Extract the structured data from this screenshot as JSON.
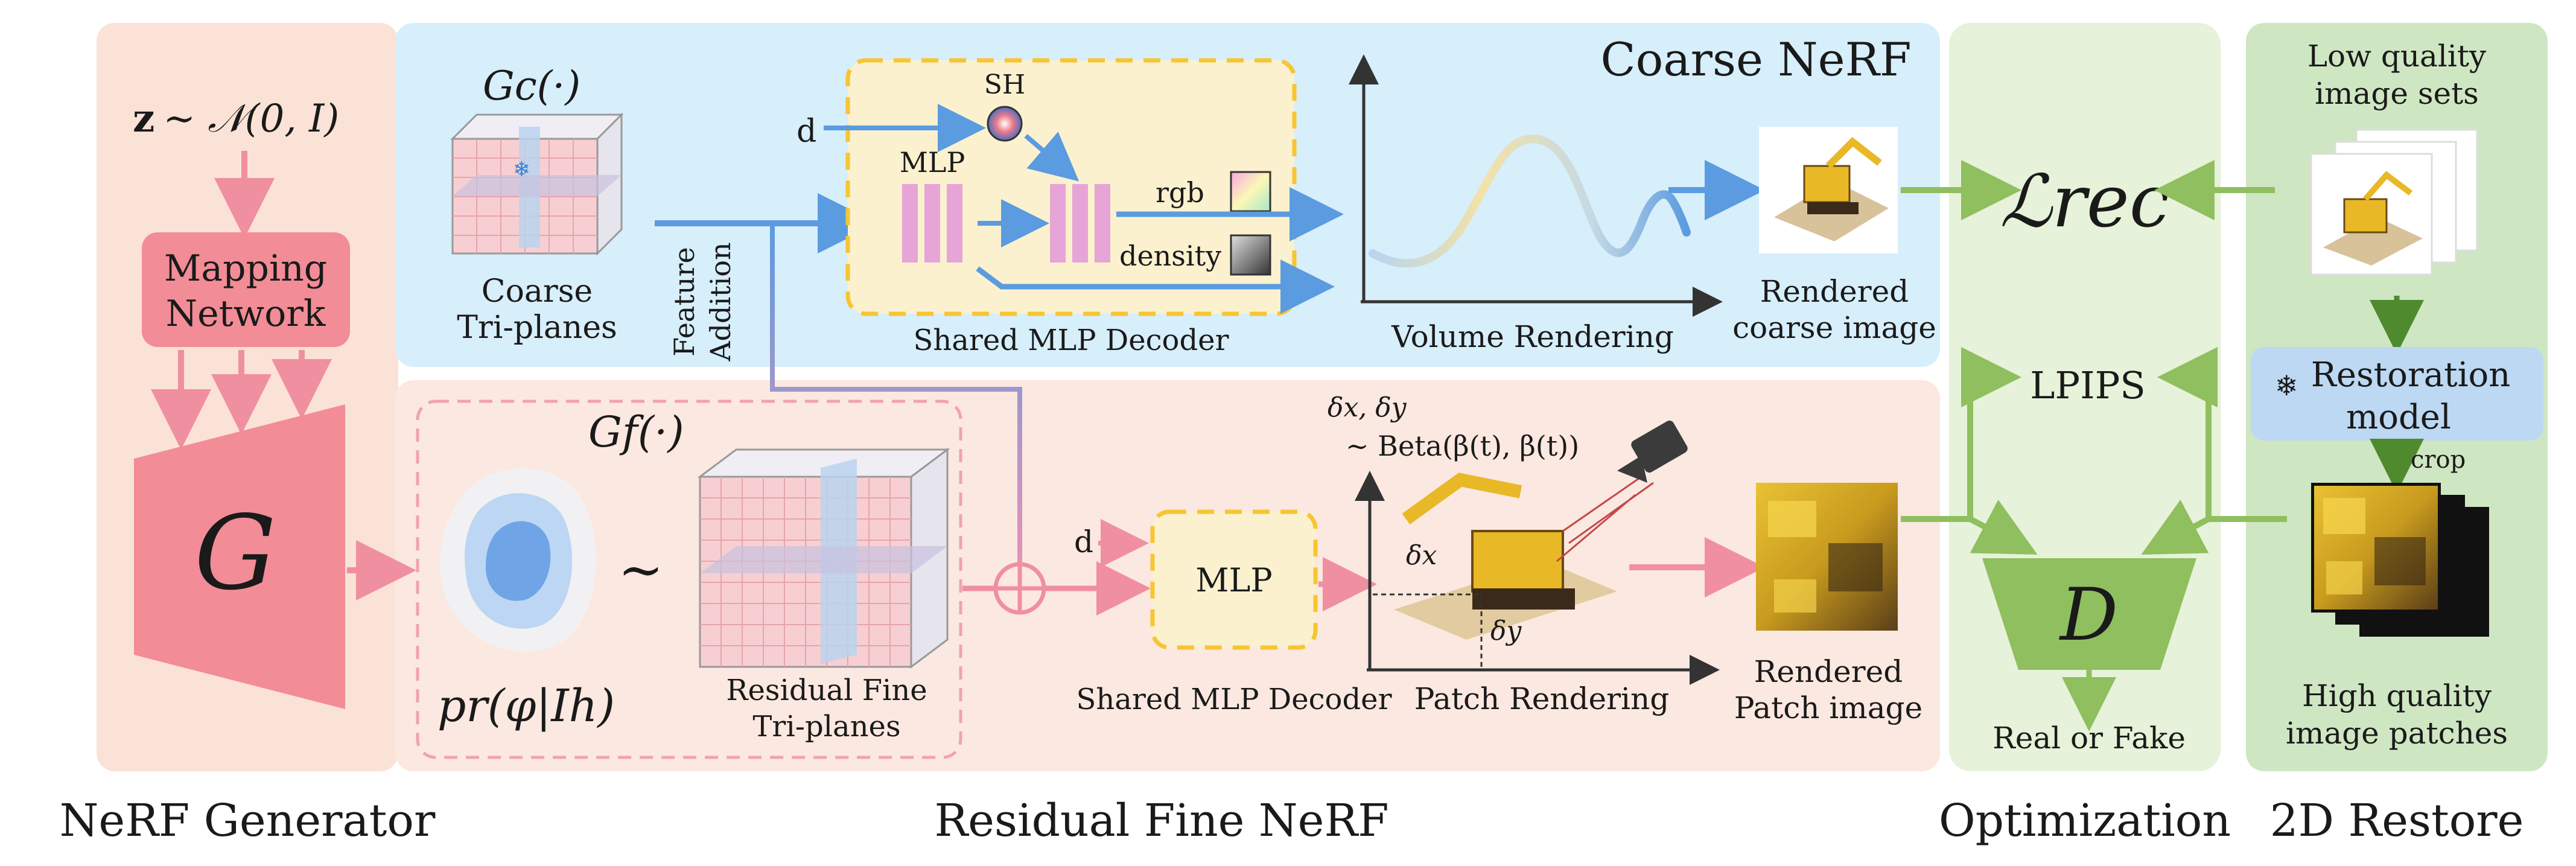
{
  "colors": {
    "generator_bg": "#fbe2d6",
    "coarse_bg": "#d7eefb",
    "fine_bg": "#fbe8e0",
    "optim_bg": "#e6f2d9",
    "restore_bg": "#cfe6c3",
    "blue_arrow": "#5b9be0",
    "pink_arrow": "#f08f9f",
    "green_arrow": "#8fbf5e",
    "pink_block": "#f28c96",
    "mlp_yellow": "#f7c531",
    "d_green": "#8fbf5e",
    "restoration_blue": "#bcd8f2"
  },
  "section_titles": {
    "generator": "NeRF Generator",
    "fine": "Residual Fine NeRF",
    "optimization": "Optimization",
    "restore": "2D Restore",
    "coarse_header": "Coarse NeRF"
  },
  "generator": {
    "latent_bold": "z",
    "latent_rest": "∼ 𝒩(0, I)",
    "mapping_line1": "Mapping",
    "mapping_line2": "Network",
    "g_label": "G"
  },
  "coarse": {
    "gc_label": "Gc(·)",
    "triplane_line1": "Coarse",
    "triplane_line2": "Tri-planes",
    "d_label": "d",
    "sh_label": "SH",
    "mlp_label": "MLP",
    "rgb_label": "rgb",
    "density_label": "density",
    "decoder_label": "Shared MLP Decoder",
    "volume_label": "Volume Rendering",
    "rendered_line1": "Rendered",
    "rendered_line2": "coarse image",
    "feature_line1": "Feature",
    "feature_line2": "Addition"
  },
  "fine": {
    "gf_label": "Gf(·)",
    "tilde": "∼",
    "pr_label": "pr(φ|Ih)",
    "triplane_line1": "Residual Fine",
    "triplane_line2": "Tri-planes",
    "d_label": "d",
    "mlp_label": "MLP",
    "decoder_label": "Shared MLP Decoder",
    "delta_line1": "δx, δy",
    "delta_line2": "∼ Beta(β(t), β(t))",
    "delta_x": "δx",
    "delta_y": "δy",
    "patch_label": "Patch Rendering",
    "rendered_line1": "Rendered",
    "rendered_line2": "Patch image"
  },
  "optimization": {
    "lrec": "ℒrec",
    "lpips": "LPIPS",
    "d_label": "D",
    "real_fake": "Real or Fake"
  },
  "restore": {
    "low_line1": "Low quality",
    "low_line2": "image sets",
    "restoration_line1": "Restoration",
    "restoration_line2": "model",
    "crop": "crop",
    "high_line1": "High quality",
    "high_line2": "image patches"
  }
}
